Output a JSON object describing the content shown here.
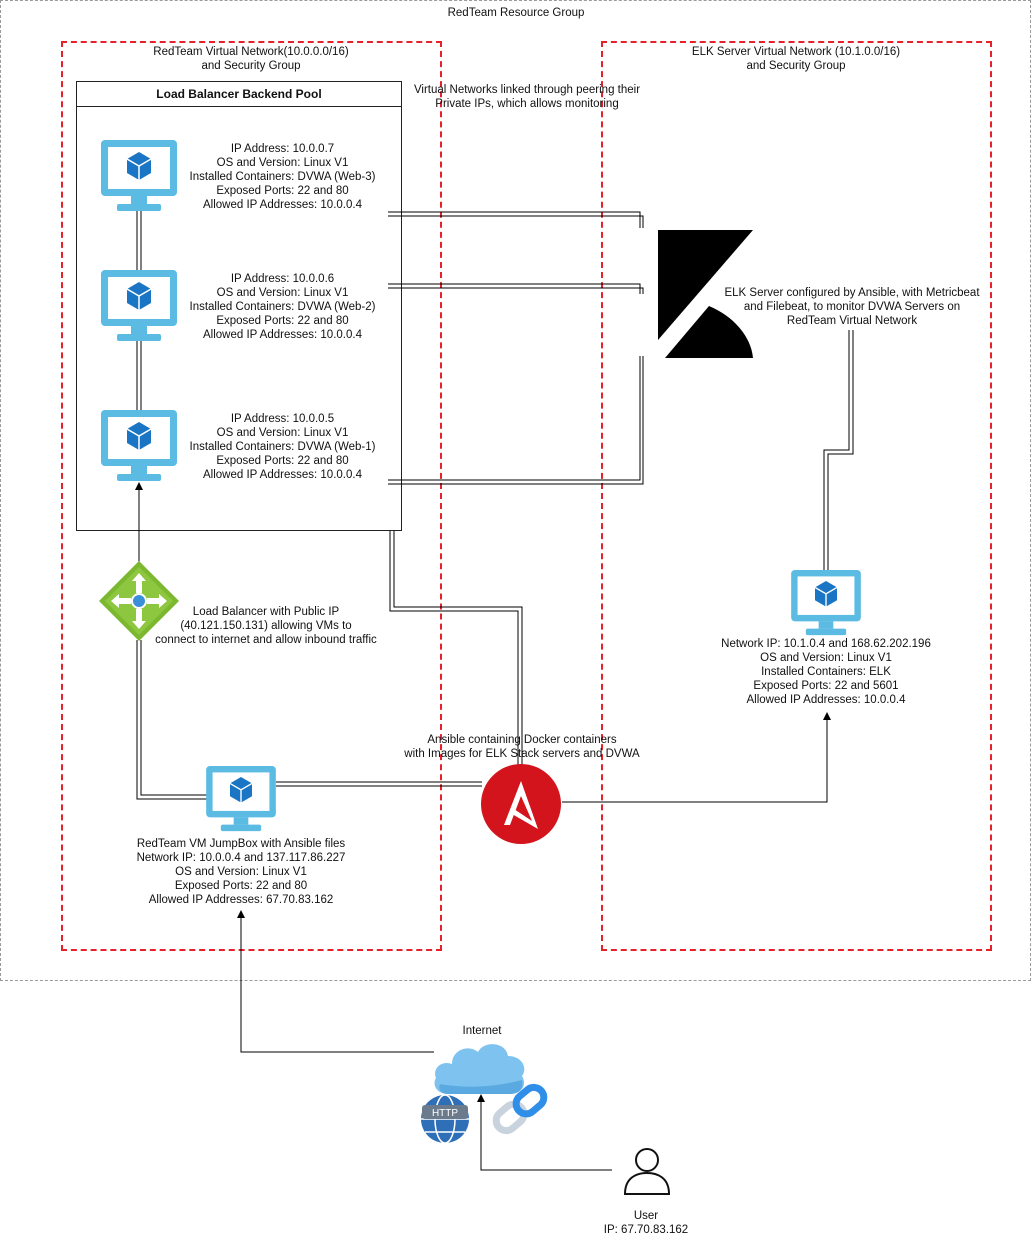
{
  "resource_group": {
    "title": "RedTeam Resource Group"
  },
  "redteam_vnet": {
    "title": "RedTeam Virtual Network(10.0.0.0/16)\nand Security Group"
  },
  "elk_vnet": {
    "title": "ELK Server Virtual Network (10.1.0.0/16)\nand Security Group"
  },
  "backend_pool": {
    "title": "Load Balancer Backend Pool"
  },
  "peering_note": "Virtual Networks linked through peering their\nPrivate IPs, which allows monitoring",
  "web_vms": [
    {
      "text": "IP Address: 10.0.0.7\nOS and Version: Linux V1\nInstalled Containers: DVWA (Web-3)\nExposed Ports: 22 and 80\nAllowed IP Addresses: 10.0.0.4"
    },
    {
      "text": "IP Address: 10.0.0.6\nOS and Version: Linux V1\nInstalled Containers: DVWA (Web-2)\nExposed Ports: 22 and 80\nAllowed IP Addresses: 10.0.0.4"
    },
    {
      "text": "IP Address: 10.0.0.5\nOS and Version: Linux V1\nInstalled Containers: DVWA (Web-1)\nExposed Ports: 22 and 80\nAllowed IP Addresses: 10.0.0.4"
    }
  ],
  "elk_monitor_note": "ELK Server configured by Ansible, with Metricbeat\nand Filebeat, to monitor DVWA Servers on\nRedTeam Virtual Network",
  "load_balancer": {
    "text": "Load Balancer with Public IP\n(40.121.150.131) allowing VMs to\nconnect to internet and allow inbound traffic"
  },
  "elk_vm": {
    "text": "Network IP: 10.1.0.4 and 168.62.202.196\nOS and Version: Linux V1\nInstalled Containers: ELK\nExposed Ports: 22 and 5601\nAllowed IP Addresses: 10.0.0.4"
  },
  "ansible": {
    "text": "Ansible containing Docker containers\nwith Images for ELK Stack servers and DVWA"
  },
  "jumpbox": {
    "text": "RedTeam VM JumpBox with Ansible files\nNetwork IP: 10.0.0.4 and 137.117.86.227\nOS and Version: Linux V1\nExposed Ports: 22 and 80\nAllowed IP Addresses: 67.70.83.162"
  },
  "internet": {
    "label": "Internet",
    "http_label": "HTTP"
  },
  "user": {
    "text": "User\nIP: 67.70.83.162"
  },
  "colors": {
    "vnet_border": "#e8202a",
    "vm_blue": "#5bbbe3",
    "vm_cube": "#1a75c4",
    "lb_green": "#7cb82f",
    "ansible_red": "#d3141c",
    "cloud_blue": "#7ec3f0"
  }
}
